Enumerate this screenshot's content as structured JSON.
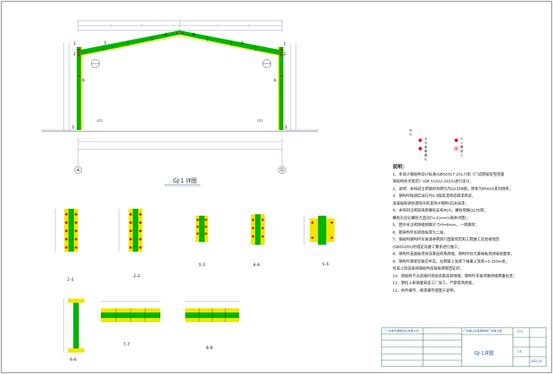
{
  "drawing_title": "GJ-1 详图",
  "grid_labels": {
    "left": "A",
    "right": "D"
  },
  "member_labels": [
    "GZ1",
    "GZ1"
  ],
  "node_marks": [
    "1",
    "2",
    "3",
    "4",
    "5",
    "6"
  ],
  "section_titles": [
    "1-1",
    "2-2",
    "3-3",
    "4-4",
    "5-5",
    "6-6",
    "7-7",
    "8-8"
  ],
  "legend": {
    "heading": "图 例",
    "items": [
      "高强度螺栓",
      "永久螺栓",
      "安装螺栓",
      "螺栓孔"
    ]
  },
  "notes": {
    "heading": "说明：",
    "lines": [
      "1、本设计钢结构设计标准(GB50017-2017)和《门式刚架轻型房屋",
      "   钢结构技术规范》(GB 51022-2015)进行设计；",
      "2、说明：未特别注明钢材材质均为Q235B钢，焊条为E50XX系列焊条；",
      "3、钢构件除锈后涂红丹0.9厚底漆两道面漆两道，",
      "   连接板除锈处理用无机富锌(F钢种)后涂油漆；",
      "4、未特别注明高强度螺栓采用M25，螺栓规格Q235钢；",
      "   螺栓孔径比螺栓大直径D+2(mm)(具体详图)；",
      "5、图中未注明焊缝焊脚尺寸hf=6mm，一律满焊；",
      "6、刚架构件加劲肋板厚为二级；",
      "7、钢结构钢构件安装请参照现行国家规范和工程施工及验收规范",
      "   (GB50205)的规定及施工要求进行施工；",
      "8、钢构件连接板须用双面连续角焊缝，钢构件较大翼缘板须焊接成整体；",
      "9、钢构件钢梁安装完毕后，在刚架上弦梁下缘离上弦梁+0.150m处，",
      "   柱底上弦连接用钢结构连接板钢梁固定封；",
      "10、钢结构节点连接时须用双面连续焊缝，钢构件安装须做焊缝质量检查；",
      "11、钢柱上部钢屋架连工厂加工，严禁现场焊接；",
      "12、构件编号、刷漆编号按图示说明。"
    ]
  },
  "title_block": {
    "company": "广东省华建筑设计有限公司",
    "project": "广东佛山市某钢结构厂房施工图",
    "sheet_name": "GJ-1详图",
    "scale": "1:0",
    "date": "2022.01",
    "drawing_no": "GT-1"
  },
  "colors": {
    "green": "#00b400",
    "yellow": "#f0e600",
    "red": "#e00000",
    "dim": "#5a6fc0",
    "line": "#222222"
  }
}
